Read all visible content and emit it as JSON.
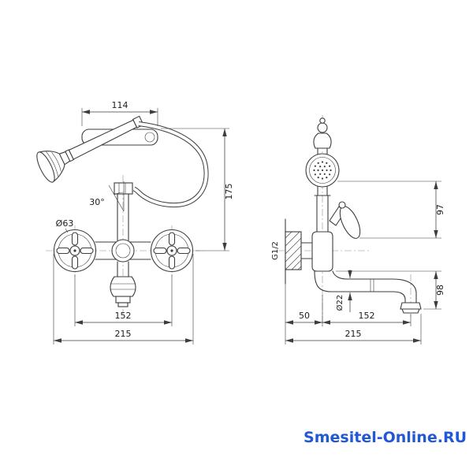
{
  "watermark": {
    "text": "Smesitel-Online.RU",
    "color": "#2257d6"
  },
  "front_view": {
    "bracket_width": "114",
    "height": "175",
    "shower_angle": "30°",
    "escutcheon_diameter": "Ø63",
    "handle_spacing": "152",
    "overall_width": "215"
  },
  "side_view": {
    "connection_thread": "G1/2",
    "upper_height": "97",
    "lower_height": "98",
    "spout_diameter": "Ø22",
    "wall_offset": "50",
    "spout_reach": "152",
    "overall_depth": "215"
  }
}
